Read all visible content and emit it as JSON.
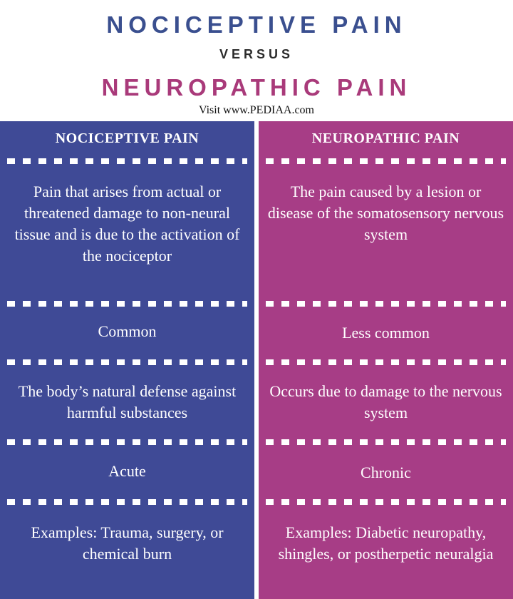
{
  "header": {
    "title_top": "NOCICEPTIVE PAIN",
    "versus": "VERSUS",
    "title_bottom": "NEUROPATHIC PAIN",
    "visit": "Visit www.PEDIAA.com"
  },
  "left_column": {
    "heading": "NOCICEPTIVE PAIN",
    "rows": [
      "Pain that arises from actual or threatened damage to non-neural tissue and is due to the activation of the nociceptor",
      "Common",
      "The body’s natural defense against harmful substances",
      "Acute",
      "Examples: Trauma, surgery, or chemical burn"
    ]
  },
  "right_column": {
    "heading": "NEUROPATHIC PAIN",
    "rows": [
      "The pain caused by a lesion or disease of the somatosensory nervous system",
      "Less common",
      "Occurs due to damage to the nervous system",
      "Chronic",
      "Examples: Diabetic neuropathy, shingles, or postherpetic neuralgia"
    ]
  },
  "colors": {
    "left_bg": "#3f4a96",
    "right_bg": "#a73d86",
    "title_top": "#3a4f8f",
    "title_bottom": "#a93a7a"
  }
}
